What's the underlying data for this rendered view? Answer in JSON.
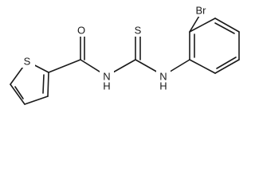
{
  "molecule": {
    "atoms": {
      "bromine": "Br",
      "oxygen": "O",
      "sulfur_thiocarbonyl": "S",
      "sulfur_thiophene": "S",
      "nitrogen_amide": "N",
      "hydrogen_amide": "H",
      "nitrogen_thioamide": "N",
      "hydrogen_thioamide": "H"
    }
  }
}
